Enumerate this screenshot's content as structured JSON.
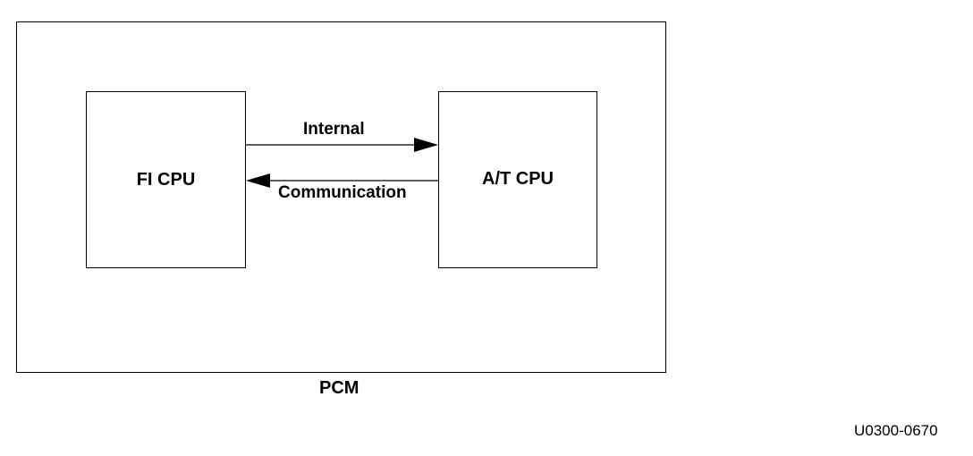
{
  "diagram": {
    "nodes": {
      "fi_cpu": {
        "label": "FI CPU"
      },
      "at_cpu": {
        "label": "A/T CPU"
      }
    },
    "edges": [
      {
        "from": "fi_cpu",
        "to": "at_cpu",
        "label": "Internal"
      },
      {
        "from": "at_cpu",
        "to": "fi_cpu",
        "label": "Communication"
      }
    ],
    "container": {
      "label": "PCM"
    },
    "figure_id": "U0300-0670"
  },
  "colors": {
    "line": "#000000",
    "background": "#ffffff"
  }
}
